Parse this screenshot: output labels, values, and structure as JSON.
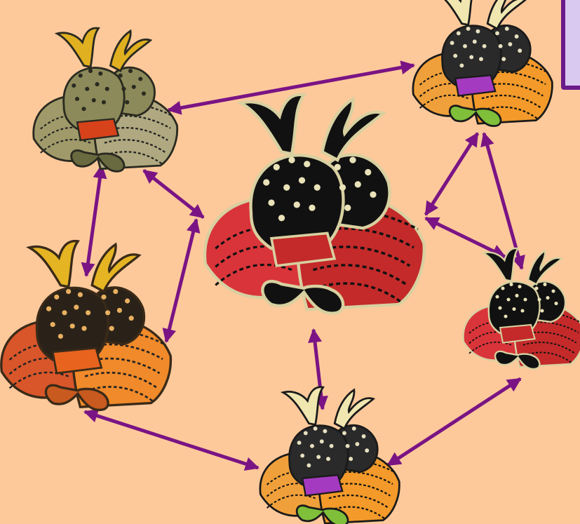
{
  "colors": {
    "background": "#fdc99b",
    "arrow": "#7a1484",
    "corner_box_fill": "#d9c8f0",
    "corner_box_border": "#6a1a8a"
  },
  "nodes": [
    {
      "id": "center",
      "icon": "samurai-helmet-icon",
      "palette": "black-red"
    },
    {
      "id": "top-left",
      "icon": "samurai-helmet-icon",
      "palette": "olive-gold"
    },
    {
      "id": "bottom-left",
      "icon": "samurai-helmet-icon",
      "palette": "orange-gold"
    },
    {
      "id": "top-right",
      "icon": "samurai-helmet-icon",
      "palette": "cream-orange"
    },
    {
      "id": "right",
      "icon": "samurai-helmet-icon",
      "palette": "black-red"
    },
    {
      "id": "bottom",
      "icon": "samurai-helmet-icon",
      "palette": "cream-orange"
    }
  ],
  "edges": [
    {
      "from": "top-left",
      "to": "top-right",
      "bidirectional": true
    },
    {
      "from": "top-left",
      "to": "bottom-left",
      "bidirectional": true
    },
    {
      "from": "top-left",
      "to": "center",
      "bidirectional": true
    },
    {
      "from": "bottom-left",
      "to": "center",
      "bidirectional": true
    },
    {
      "from": "bottom-left",
      "to": "bottom",
      "bidirectional": true
    },
    {
      "from": "center",
      "to": "bottom",
      "bidirectional": true
    },
    {
      "from": "center",
      "to": "top-right",
      "bidirectional": true
    },
    {
      "from": "center",
      "to": "right",
      "bidirectional": true
    },
    {
      "from": "top-right",
      "to": "right",
      "bidirectional": true
    },
    {
      "from": "right",
      "to": "bottom",
      "bidirectional": true
    }
  ]
}
